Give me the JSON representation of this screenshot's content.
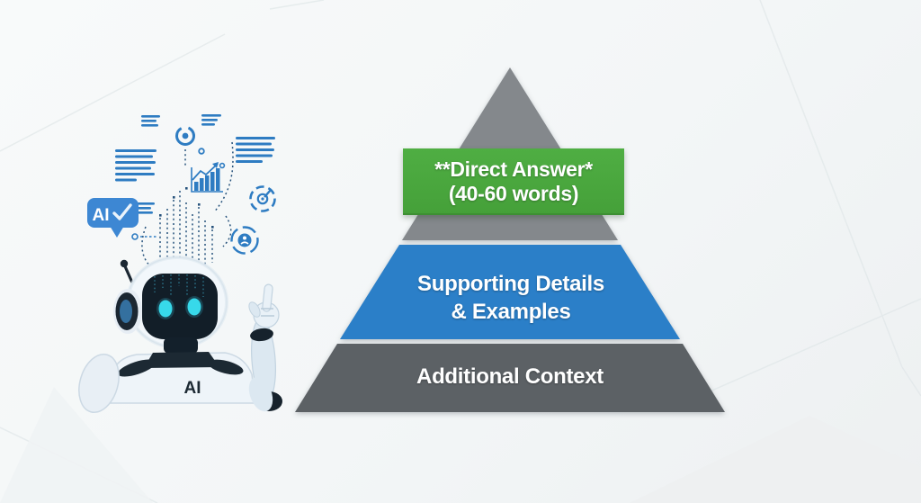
{
  "pyramid": {
    "apex_color": "#84888c",
    "banner": {
      "line1": "**Direct Answer*",
      "line2": "(40-60 words)",
      "color": "#4aa63e"
    },
    "middle": {
      "line1": "Supporting Details",
      "line2": "& Examples",
      "color": "#2b7fc8"
    },
    "bottom": {
      "label": "Additional Context",
      "color": "#5c6165"
    }
  },
  "robot": {
    "chest_label": "AI",
    "speech_bubble_text": "AI"
  },
  "icons": [
    "speech-bubble-ai",
    "check-icon",
    "document-lines",
    "target-ring-icon",
    "bar-chart-icon",
    "gauge-icon",
    "user-circle-icon",
    "data-stream-lines"
  ],
  "colors": {
    "background": "#f3f6f7",
    "accent_blue": "#2e7cc2",
    "stream_blue": "#27537c",
    "eye_cyan": "#37d9ea",
    "faint_line": "#e2e8ea"
  }
}
